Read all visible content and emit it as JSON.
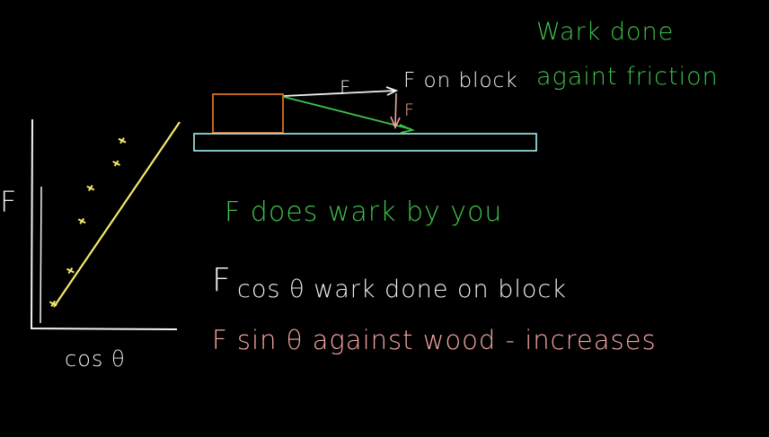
{
  "colors": {
    "background": "#000000",
    "white": "#f2f2f2",
    "green": "#3fc24a",
    "pink": "#f4a7a2",
    "yellow": "#f2ec6a",
    "orange": "#d9722b",
    "cyan": "#a6f0f0"
  },
  "notes": {
    "work_done_line1": "Wark done",
    "work_done_line2": "againt friction",
    "f_on_block": "F on block",
    "f_top": "F",
    "f_down": "F",
    "f_does_work": "F  does  wark  by  you",
    "f_cos_lead": "F",
    "f_cos_rest": "cos θ   wark  done  on  block",
    "f_sin": "F sin θ   against  wood - increases"
  },
  "graph": {
    "y_label": "F",
    "x_label": "cos θ",
    "points": [
      {
        "x": 0.12,
        "y": 0.12
      },
      {
        "x": 0.24,
        "y": 0.28
      },
      {
        "x": 0.32,
        "y": 0.52
      },
      {
        "x": 0.38,
        "y": 0.68
      },
      {
        "x": 0.56,
        "y": 0.8
      },
      {
        "x": 0.6,
        "y": 0.91
      }
    ]
  }
}
